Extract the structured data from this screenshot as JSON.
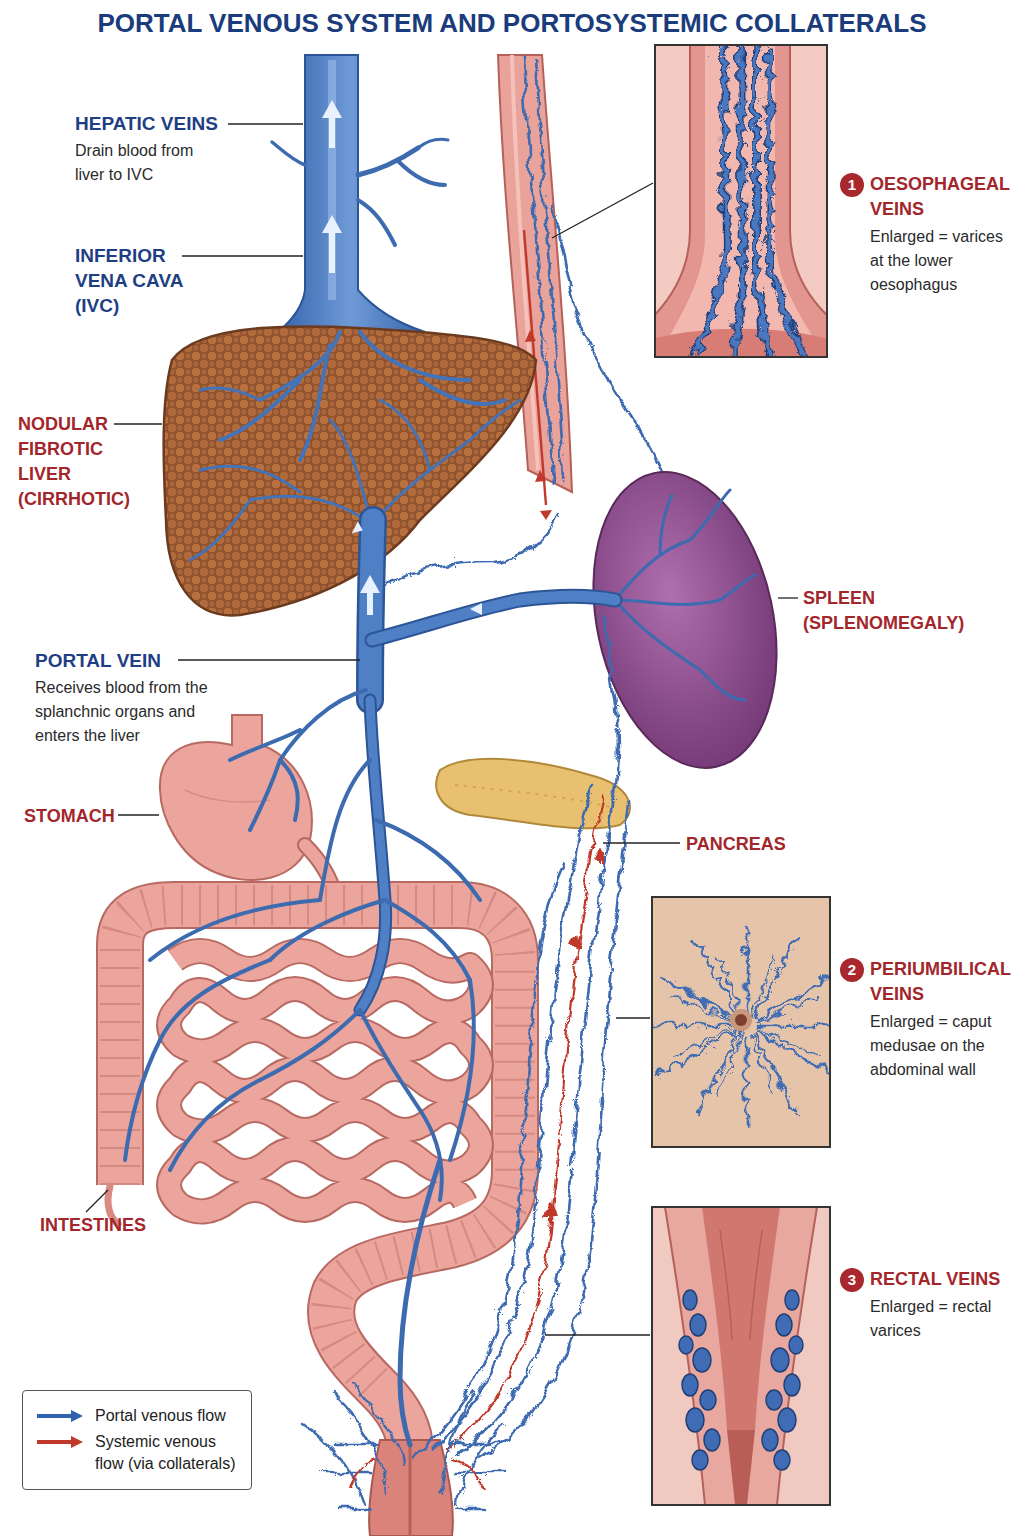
{
  "diagram": {
    "title": "PORTAL VENOUS SYSTEM AND PORTOSYSTEMIC COLLATERALS",
    "labels": [
      "HEPATIC VEINS",
      "Drain blood from liver to IVC",
      "INFERIOR VENA CAVA (IVC)",
      "NODULAR FIBROTIC LIVER (CIRRHOTIC)",
      "PORTAL VEIN",
      "Receives blood from the splanchnic organs and enters the liver",
      "STOMACH",
      "SPLEEN (SPLENOMEGALY)",
      "PANCREAS",
      "INTESTINES",
      "1",
      "OESOPHAGEAL VEINS",
      "Enlarged = varices at the lower oesophagus",
      "2",
      "PERIUMBILICAL VEINS",
      "Enlarged = caput medusae on the abdominal wall",
      "3",
      "RECTAL VEINS",
      "Enlarged = rectal varices"
    ],
    "legend": [
      {
        "text": "Portal venous flow"
      },
      {
        "text": "Systemic venous flow (via collaterals)"
      }
    ]
  }
}
